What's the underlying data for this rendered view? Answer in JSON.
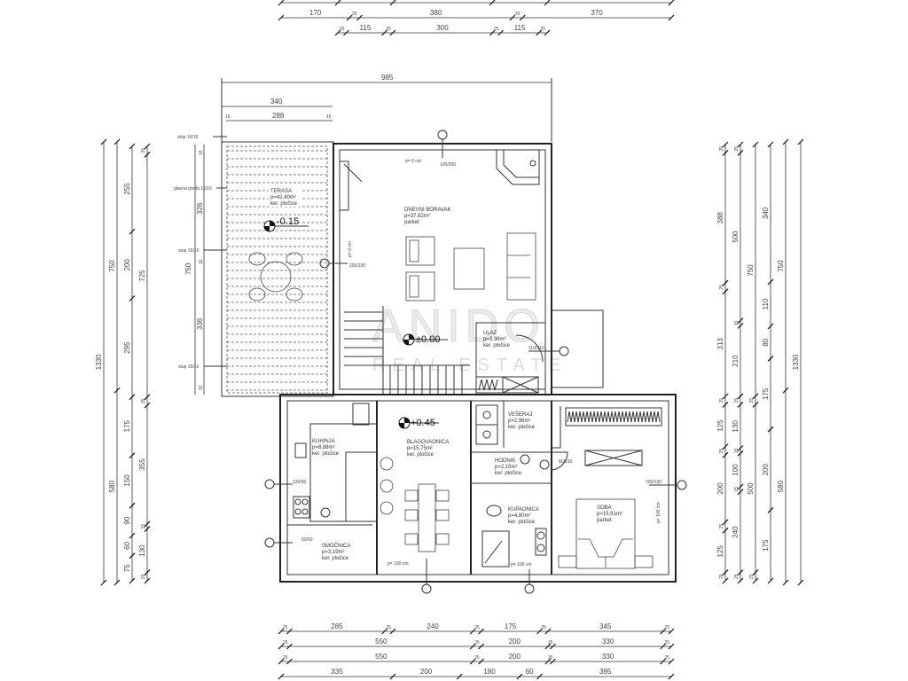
{
  "dimensions": {
    "top": [
      {
        "values": [],
        "labels": []
      },
      {
        "values": [
          170,
          25,
          380,
          25,
          370
        ]
      },
      {
        "values": [
          25,
          115,
          25,
          300,
          25,
          115,
          25
        ]
      }
    ],
    "terrace_top": {
      "total": 985,
      "terrace_outer": 340,
      "terrace_inner": [
        16,
        288,
        16
      ]
    },
    "bottom": [
      {
        "values": [
          25,
          285,
          25,
          240,
          25,
          175,
          25,
          345,
          25
        ]
      },
      {
        "values": [
          25,
          550,
          25,
          200,
          15,
          330,
          25
        ]
      },
      {
        "values": [
          25,
          550,
          25,
          200,
          15,
          330,
          25
        ]
      },
      {
        "values": [
          335,
          200,
          180,
          60,
          395
        ]
      }
    ],
    "left": [
      {
        "values": [
          1330
        ]
      },
      {
        "values": [
          750,
          580
        ]
      },
      {
        "values": [
          255,
          200,
          295,
          175,
          150,
          90,
          60,
          75
        ]
      },
      {
        "values": [
          25,
          725,
          25,
          355,
          15,
          130,
          25
        ]
      }
    ],
    "right": [
      {
        "values": [
          25,
          388,
          25,
          313,
          25,
          125,
          25,
          200,
          25,
          125,
          25
        ]
      },
      {
        "values": [
          25,
          500,
          15,
          210,
          25,
          130,
          15,
          100,
          15,
          240,
          25
        ]
      },
      {
        "values": [
          750,
          25,
          500,
          25
        ]
      },
      {
        "values": [
          340,
          110,
          80,
          175,
          200,
          175
        ]
      },
      {
        "values": [
          750,
          580
        ]
      },
      {
        "values": [
          1330
        ]
      }
    ],
    "terrace_side": {
      "values": [
        16,
        326,
        16,
        336,
        32
      ],
      "total": 750
    }
  },
  "rooms": [
    {
      "name": "TERASA",
      "area": "p=42,40m²",
      "floor": "ker. pločice"
    },
    {
      "name": "DNEVNI BORAVAK",
      "area": "p=37,62m²",
      "floor": "parket"
    },
    {
      "name": "ULAZ",
      "area": "p=3,98m²",
      "floor": "ker. pločice"
    },
    {
      "name": "KUHINJA",
      "area": "p=8,88m²",
      "floor": "ker. pločice"
    },
    {
      "name": "BLAGOVAONICA",
      "area": "p=15,75m²",
      "floor": "ker. pločice"
    },
    {
      "name": "VEŠERAJ",
      "area": "p=2,96m²",
      "floor": "ker. pločice"
    },
    {
      "name": "HODNIK",
      "area": "p=2,15m²",
      "floor": "ker. pločice"
    },
    {
      "name": "KUPAONICA",
      "area": "p=4,80m²",
      "floor": "ker. pločice"
    },
    {
      "name": "SMOČNICA",
      "area": "p=3,19m²",
      "floor": "ker. pločice"
    },
    {
      "name": "SOBA",
      "area": "p=15,91m²",
      "floor": "parket"
    }
  ],
  "levels": {
    "terrace": "-0.15",
    "living": "±0.00",
    "dining": "+0.45"
  },
  "terrace_notes": [
    "stup 16/16",
    "glavna greda 16/16",
    "stup 16/16",
    "stup 16/16"
  ],
  "openings": {
    "living_top": "p= 0 cm",
    "living_top_size": "100/300",
    "living_left": "p= 0 cm",
    "living_left_size": "200/230",
    "entrance": "110/210",
    "hodnik_door": "80/210",
    "soba_window": "200/130",
    "soba_sill": "p= 100 cm",
    "dining_sill": "p= 100 cm",
    "bath_sill": "p= 100 cm",
    "kitchen_window": "130/90",
    "pantry_window": "60/60"
  },
  "watermark": {
    "brand": "ANIDO",
    "tagline": "REAL ESTATE"
  }
}
